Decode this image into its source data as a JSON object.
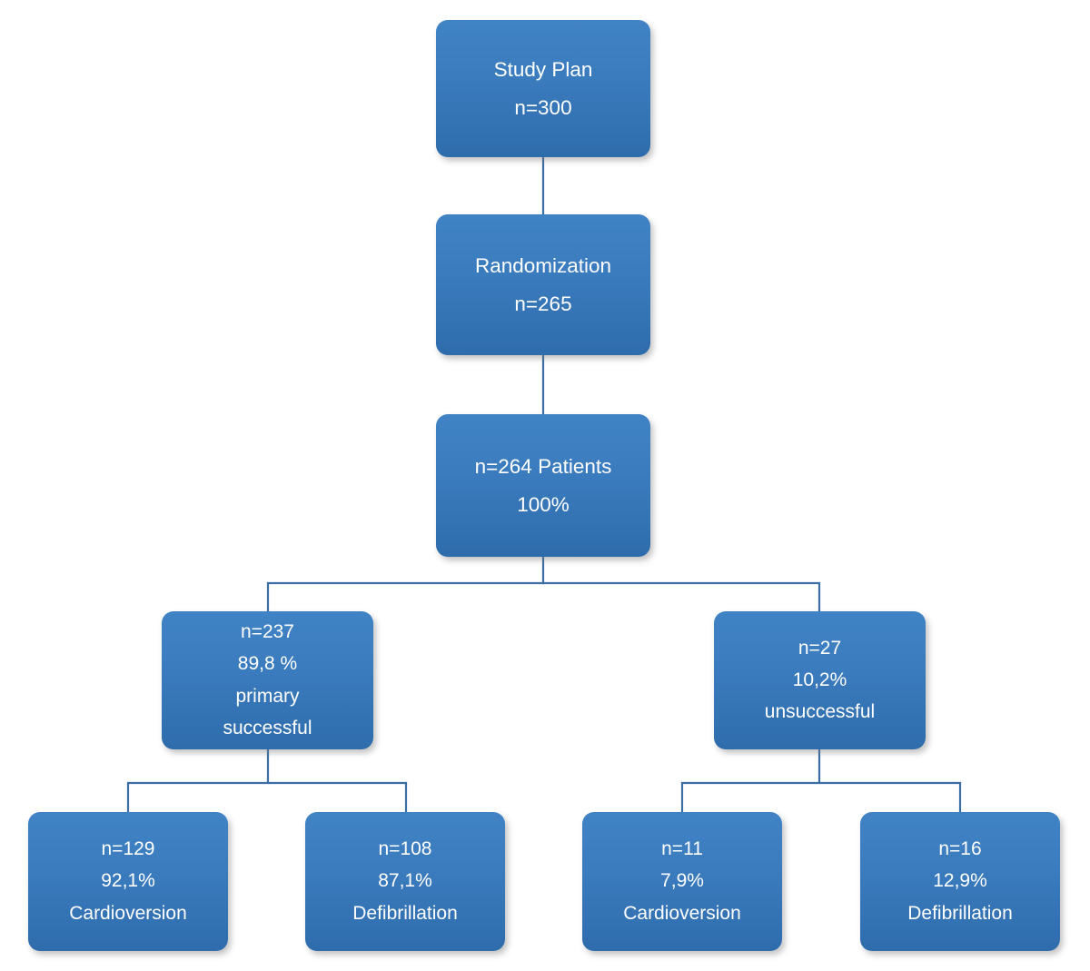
{
  "diagram": {
    "title": "Study flow / CONSORT-style diagram",
    "theme": {
      "node_fill_top": "#4083C4",
      "node_fill_bottom": "#2E6CAC",
      "node_text_color": "#FFFFFF",
      "connector_color": "#3A6EA5",
      "background": "#FFFFFF"
    },
    "nodes": [
      {
        "id": "study-plan",
        "level": 1,
        "lines": [
          "Study Plan",
          "n=300"
        ],
        "n": 300
      },
      {
        "id": "randomization",
        "level": 2,
        "lines": [
          "Randomization",
          "n=265"
        ],
        "n": 265
      },
      {
        "id": "patients",
        "level": 3,
        "lines": [
          "n=264 Patients",
          "100%"
        ],
        "n": 264,
        "percent": "100%"
      },
      {
        "id": "primary-successful",
        "level": 4,
        "lines": [
          "n=237",
          "89,8 %",
          "primary",
          "successful"
        ],
        "n": 237,
        "percent": "89,8 %",
        "outcome": "primary successful"
      },
      {
        "id": "unsuccessful",
        "level": 4,
        "lines": [
          "n=27",
          "10,2%",
          "unsuccessful"
        ],
        "n": 27,
        "percent": "10,2%",
        "outcome": "unsuccessful"
      },
      {
        "id": "successful-cardioversion",
        "level": 5,
        "lines": [
          "n=129",
          "92,1%",
          "Cardioversion"
        ],
        "n": 129,
        "percent": "92,1%",
        "treatment": "Cardioversion"
      },
      {
        "id": "successful-defibrillation",
        "level": 5,
        "lines": [
          "n=108",
          "87,1%",
          "Defibrillation"
        ],
        "n": 108,
        "percent": "87,1%",
        "treatment": "Defibrillation"
      },
      {
        "id": "unsuccessful-cardioversion",
        "level": 5,
        "lines": [
          "n=11",
          "7,9%",
          "Cardioversion"
        ],
        "n": 11,
        "percent": "7,9%",
        "treatment": "Cardioversion"
      },
      {
        "id": "unsuccessful-defibrillation",
        "level": 5,
        "lines": [
          "n=16",
          "12,9%",
          "Defibrillation"
        ],
        "n": 16,
        "percent": "12,9%",
        "treatment": "Defibrillation"
      }
    ],
    "edges": [
      {
        "from": "study-plan",
        "to": "randomization",
        "kind": "straight"
      },
      {
        "from": "randomization",
        "to": "patients",
        "kind": "straight"
      },
      {
        "from": "patients",
        "to": "primary-successful",
        "kind": "elbow"
      },
      {
        "from": "patients",
        "to": "unsuccessful",
        "kind": "elbow"
      },
      {
        "from": "primary-successful",
        "to": "successful-cardioversion",
        "kind": "elbow"
      },
      {
        "from": "primary-successful",
        "to": "successful-defibrillation",
        "kind": "elbow"
      },
      {
        "from": "unsuccessful",
        "to": "unsuccessful-cardioversion",
        "kind": "elbow"
      },
      {
        "from": "unsuccessful",
        "to": "unsuccessful-defibrillation",
        "kind": "elbow"
      }
    ]
  }
}
